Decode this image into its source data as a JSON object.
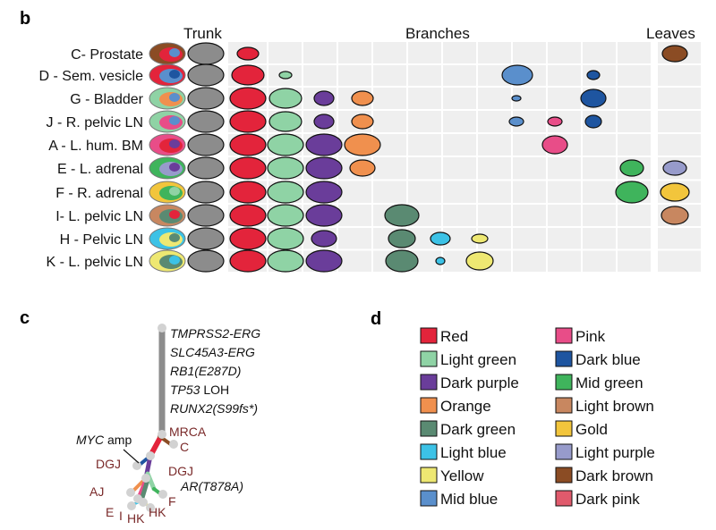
{
  "panels": {
    "b": "b",
    "c": "c",
    "d": "d"
  },
  "headers": {
    "trunk": "Trunk",
    "branches": "Branches",
    "leaves": "Leaves"
  },
  "rows": [
    {
      "label": "C- Prostate"
    },
    {
      "label": "D - Sem. vesicle"
    },
    {
      "label": "G - Bladder"
    },
    {
      "label": "J - R. pelvic LN"
    },
    {
      "label": "A - L. hum. BM"
    },
    {
      "label": "E - L. adrenal"
    },
    {
      "label": "F - R. adrenal"
    },
    {
      "label": "I- L. pelvic LN"
    },
    {
      "label": "H - Pelvic LN"
    },
    {
      "label": "K - L. pelvic LN"
    }
  ],
  "colors": {
    "red": "#e3243b",
    "light_green": "#8fd3a5",
    "dark_purple": "#6a3d9a",
    "orange": "#f0904e",
    "dark_green": "#5a8a72",
    "light_blue": "#3cc2e6",
    "yellow": "#eee872",
    "mid_blue": "#5a8fcc",
    "pink": "#e84d88",
    "dark_blue": "#1e55a0",
    "mid_green": "#3fb45c",
    "light_brown": "#c88760",
    "gold": "#f2c53c",
    "light_purple": "#979bcb",
    "dark_brown": "#8b4c24",
    "dark_pink": "#e05a6c",
    "trunk_grey": "#8c8c8c"
  },
  "mutations": [
    {
      "gene": "TMPRSS2-ERG",
      "suffix": ""
    },
    {
      "gene": "SLC45A3-ERG",
      "suffix": ""
    },
    {
      "gene": "RB1(E287D)",
      "suffix": ""
    },
    {
      "gene": "TP53",
      "suffix": " LOH"
    },
    {
      "gene": "RUNX2(S99fs*)",
      "suffix": ""
    }
  ],
  "tree_labels": {
    "mrca": "MRCA",
    "c": "C",
    "myc_gene": "MYC",
    "myc_suffix": " amp",
    "dgj_left": "DGJ",
    "dgj_right": "DGJ",
    "ar": "AR(T878A)",
    "aj": "AJ",
    "e": "E",
    "i": "I",
    "hk_left": "HK",
    "hk_right": "HK",
    "f": "F"
  },
  "legend": [
    {
      "name": "Red",
      "color": "#e3243b"
    },
    {
      "name": "Light green",
      "color": "#8fd3a5"
    },
    {
      "name": "Dark purple",
      "color": "#6a3d9a"
    },
    {
      "name": "Orange",
      "color": "#f0904e"
    },
    {
      "name": "Dark green",
      "color": "#5a8a72"
    },
    {
      "name": "Light blue",
      "color": "#3cc2e6"
    },
    {
      "name": "Yellow",
      "color": "#eee872"
    },
    {
      "name": "Mid blue",
      "color": "#5a8fcc"
    },
    {
      "name": "Pink",
      "color": "#e84d88"
    },
    {
      "name": "Dark blue",
      "color": "#1e55a0"
    },
    {
      "name": "Mid green",
      "color": "#3fb45c"
    },
    {
      "name": "Light brown",
      "color": "#c88760"
    },
    {
      "name": "Gold",
      "color": "#f2c53c"
    },
    {
      "name": "Light purple",
      "color": "#979bcb"
    },
    {
      "name": "Dark brown",
      "color": "#8b4c24"
    },
    {
      "name": "Dark pink",
      "color": "#e05a6c"
    }
  ]
}
